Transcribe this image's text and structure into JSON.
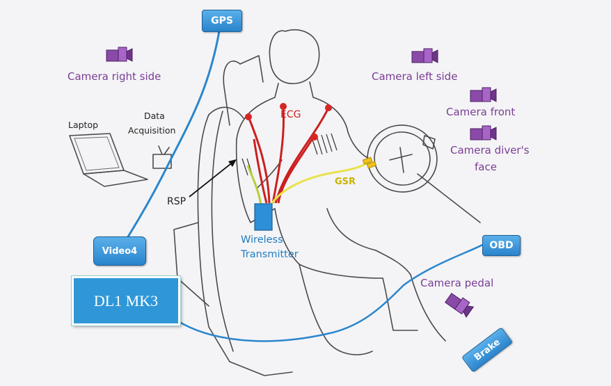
{
  "labels": {
    "gps": "GPS",
    "camera_right_side": "Camera right side",
    "camera_left_side": "Camera left side",
    "camera_front": "Camera front",
    "camera_driver_face_line1": "Camera diver's",
    "camera_driver_face_line2": "face",
    "camera_pedal": "Camera pedal",
    "laptop": "Laptop",
    "data_acquisition_line1": "Data",
    "data_acquisition_line2": "Acquisition",
    "ecg": "ECG",
    "gsr": "GSR",
    "rsp": "RSP",
    "wireless_line1": "Wireless",
    "wireless_line2": "Transmitter",
    "video4": "Video4",
    "dl1": "DL1 MK3",
    "obd": "OBD",
    "brake": "Brake"
  },
  "colors": {
    "camera": "#8a4aa8",
    "ecg_lead": "#cc1f1f",
    "gsr_lead": "#e9e24a",
    "rsp_lead": "#b5cf3a",
    "cable": "#2a86cc",
    "box": "#3a98de"
  },
  "icons": [
    "camera-icon",
    "laptop-icon",
    "data-acquisition-icon",
    "steering-wheel-icon",
    "seat-icon"
  ]
}
